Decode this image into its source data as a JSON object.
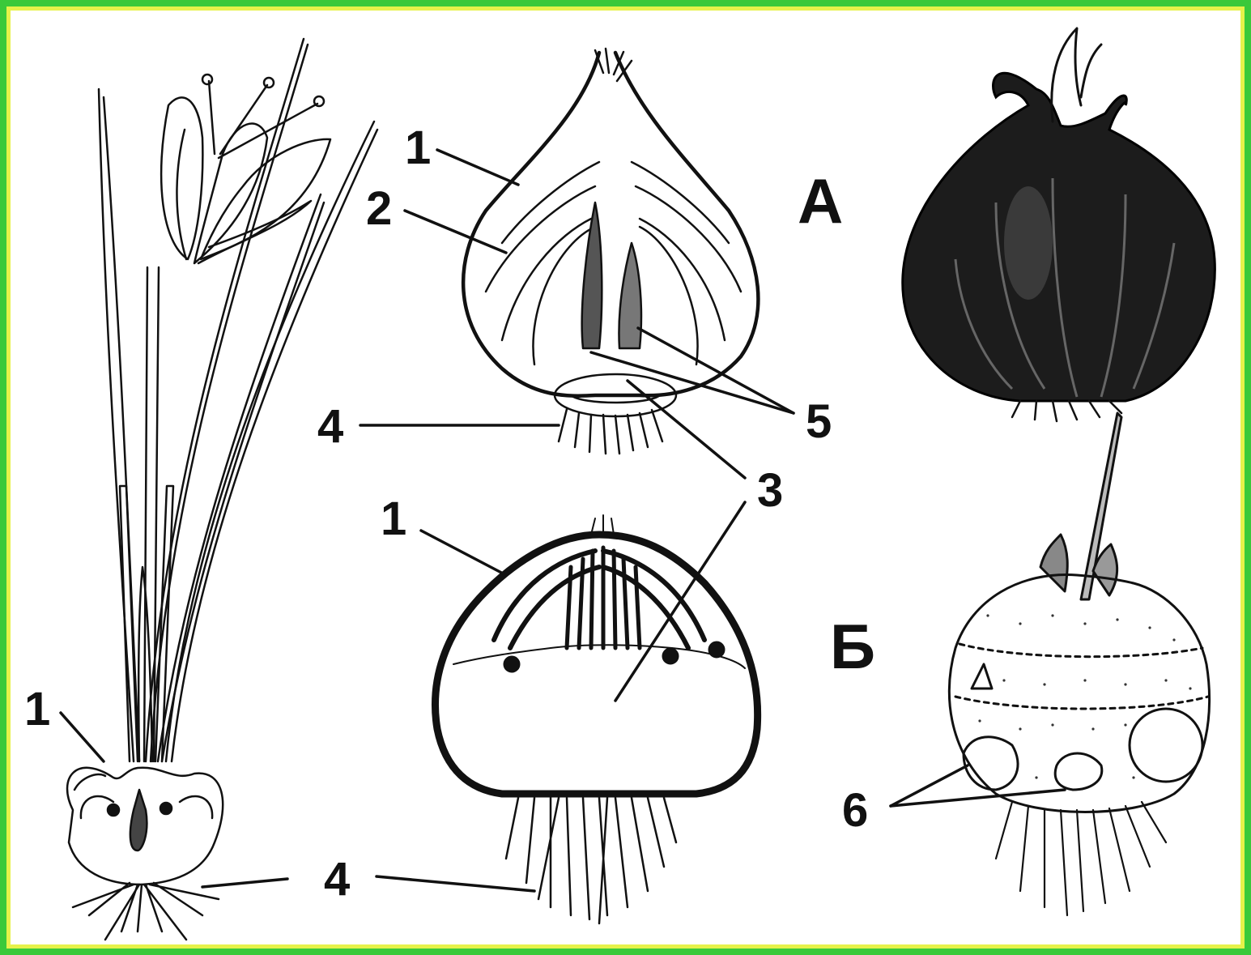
{
  "colors": {
    "border_outer": "#3ac93a",
    "border_inner": "#e6f24a",
    "ink": "#111111",
    "background": "#ffffff"
  },
  "section_labels": {
    "a": "А",
    "b": "Б"
  },
  "callouts": {
    "crocus_1": "1",
    "crocus_4": "4",
    "bulb_a_1": "1",
    "bulb_a_2": "2",
    "bulb_a_4": "4",
    "bulb_a_5": "5",
    "shared_3": "3",
    "corm_b_1": "1",
    "corm_b_4": "4",
    "corm_b_6": "6"
  },
  "illustrations": {
    "crocus_plant": "crocus-plant-illustration",
    "onion_section": "onion-cross-section-illustration",
    "onion_whole": "whole-onion-illustration",
    "corm_section": "corm-cross-section-illustration",
    "corm_whole": "whole-corm-illustration"
  }
}
